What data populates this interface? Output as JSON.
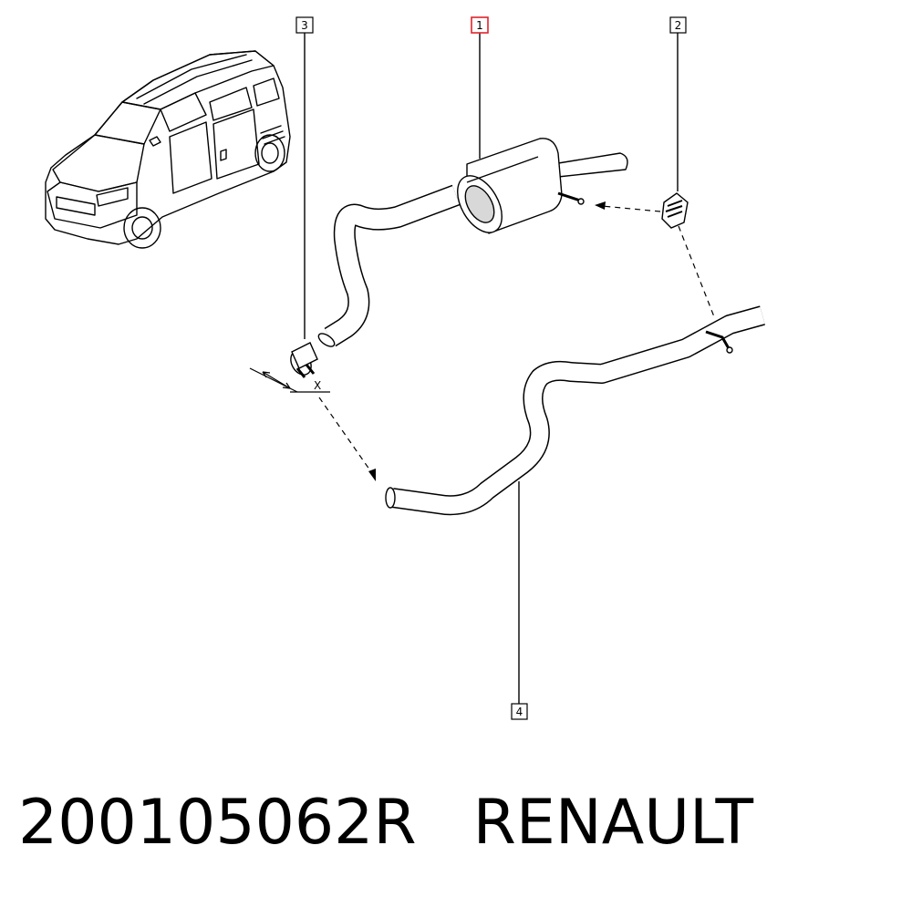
{
  "callouts": [
    {
      "label": "1",
      "highlighted": true
    },
    {
      "label": "2",
      "highlighted": false
    },
    {
      "label": "3",
      "highlighted": false
    },
    {
      "label": "4",
      "highlighted": false
    }
  ],
  "dimension_label": "X",
  "caption": {
    "part_number": "200105062R",
    "brand": "RENAULT"
  },
  "colors": {
    "line": "#000000",
    "highlight": "#e0242b",
    "fill_light": "#ffffff",
    "shade": "#d8d8d8"
  }
}
